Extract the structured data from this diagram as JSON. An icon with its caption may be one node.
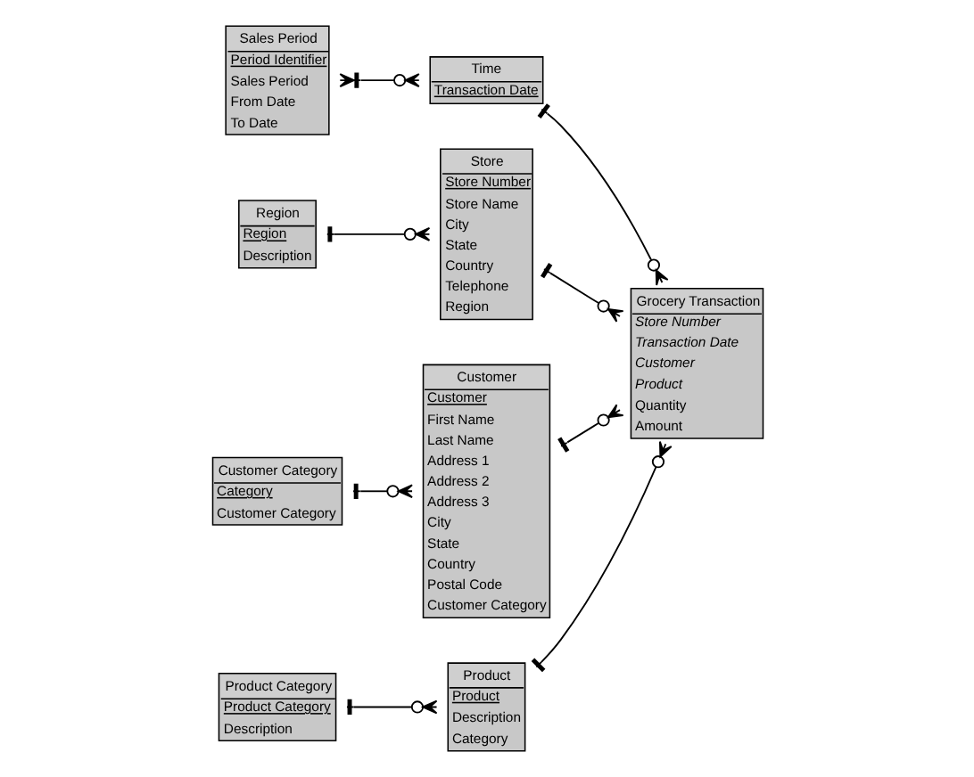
{
  "diagram": {
    "nodes": [
      {
        "text": [
          "Sales Period",
          "Period Identifier",
          "Sales Period",
          "From Date",
          "To Date"
        ]
      },
      {
        "text": [
          "Region",
          "Region",
          "Description"
        ]
      },
      {
        "text": [
          "Time",
          "Transaction Date"
        ]
      },
      {
        "text": [
          "Store",
          "Store Number",
          "Store Name",
          "City",
          "State",
          "Country",
          "Telephone",
          "Region"
        ]
      },
      {
        "text": [
          "Grocery Transaction",
          "Store Number",
          "Transaction Date",
          "Customer",
          "Product",
          "Quantity",
          "Amount"
        ]
      },
      {
        "text": [
          "Customer",
          "Customer",
          "First Name",
          "Last Name",
          "Address 1",
          "Address 2",
          "Address 3",
          "City",
          "State",
          "Country",
          "Postal Code",
          "Customer Category"
        ]
      },
      {
        "text": [
          "Product",
          "Product",
          "Description",
          "Category"
        ]
      },
      {
        "text": [
          "Customer Category",
          "Category",
          "Customer Category"
        ]
      },
      {
        "text": [
          "Product Category",
          "Product Category",
          "Description"
        ]
      }
    ],
    "edges": [
      {
        "from": 0,
        "to": 2,
        "arrow": "other"
      },
      {
        "from": 1,
        "to": 3,
        "arrow": "other"
      },
      {
        "from": 2,
        "to": 4,
        "arrow": "other"
      },
      {
        "from": 3,
        "to": 4,
        "arrow": "other"
      },
      {
        "from": 5,
        "to": 4,
        "arrow": "other"
      },
      {
        "from": 6,
        "to": 4,
        "arrow": "other"
      },
      {
        "from": 7,
        "to": 5,
        "arrow": "other"
      },
      {
        "from": 8,
        "to": 6,
        "arrow": "other"
      }
    ]
  }
}
